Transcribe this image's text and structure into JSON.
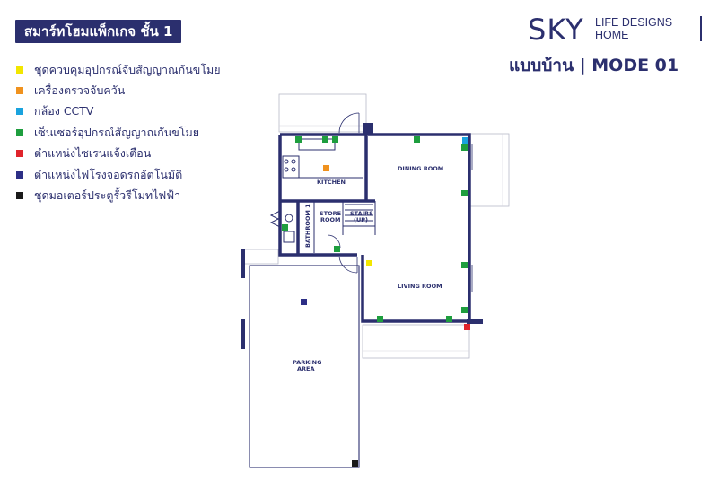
{
  "header": {
    "title": "สมาร์ทโฮมแพ็กเกจ ชั้น 1",
    "brand_main": "SKY",
    "brand_sub_line1": "LIFE DESIGNS",
    "brand_sub_line2": "HOME",
    "mode": "แบบบ้าน | MODE 01"
  },
  "colors": {
    "navy": "#2b2f6e",
    "yellow": "#f2e600",
    "orange": "#f0921e",
    "cyan": "#1aa3de",
    "green": "#1e9e3e",
    "red": "#e0242b",
    "blue": "#2d2f86",
    "black": "#1a1a1a"
  },
  "legend": [
    {
      "label": "ชุดควบคุมอุปกรณ์จับสัญญาณกันขโมย",
      "color": "#f2e600"
    },
    {
      "label": "เครื่องตรวจจับควัน",
      "color": "#f0921e"
    },
    {
      "label": "กล้อง CCTV",
      "color": "#1aa3de"
    },
    {
      "label": "เซ็นเซอร์อุปกรณ์สัญญาณกันขโมย",
      "color": "#1e9e3e"
    },
    {
      "label": "ตำแหน่งไซเรนแจ้งเตือน",
      "color": "#e0242b"
    },
    {
      "label": "ตำแหน่งไฟโรงจอดรถอัตโนมัติ",
      "color": "#2d2f86"
    },
    {
      "label": "ชุดมอเตอร์ประตูรั้วรีโมทไฟฟ้า",
      "color": "#1a1a1a"
    }
  ],
  "rooms": {
    "kitchen": "KITCHEN",
    "dining": "DINING ROOM",
    "store1": "STORE",
    "store2": "ROOM",
    "stairs1": "STAIRS",
    "stairs2": "(UP)",
    "bathroom": "BATHROOM 1",
    "living": "LIVING ROOM",
    "parking1": "PARKING",
    "parking2": "AREA"
  }
}
